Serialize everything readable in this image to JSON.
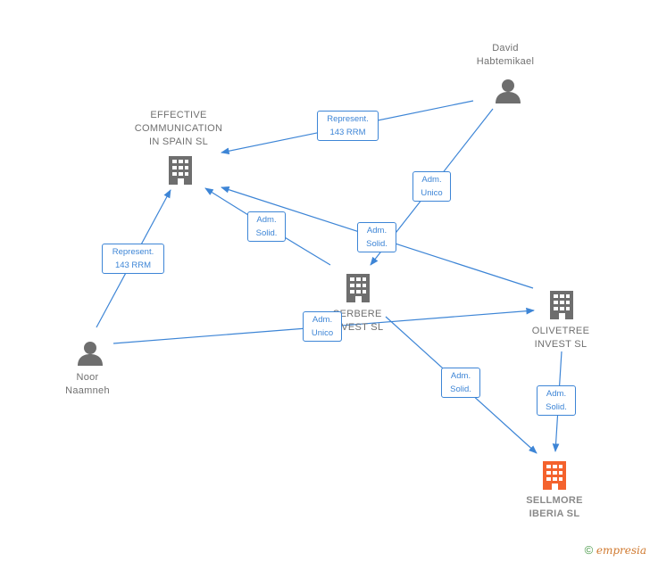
{
  "nodes": {
    "effective": {
      "name_lines": [
        "EFFECTIVE",
        "COMMUNICATION",
        "IN SPAIN  SL"
      ],
      "kind": "company",
      "icon": "building-icon",
      "color": "#6e6e6e"
    },
    "david": {
      "name_lines": [
        "David",
        "Habtemikael"
      ],
      "kind": "person",
      "icon": "person-icon",
      "color": "#6e6e6e"
    },
    "cerbere": {
      "name_lines": [
        "CERBERE",
        "INVEST  SL"
      ],
      "kind": "company",
      "icon": "building-icon",
      "color": "#6e6e6e"
    },
    "olivetree": {
      "name_lines": [
        "OLIVETREE",
        "INVEST  SL"
      ],
      "kind": "company",
      "icon": "building-icon",
      "color": "#6e6e6e"
    },
    "noor": {
      "name_lines": [
        "Noor",
        "Naamneh"
      ],
      "kind": "person",
      "icon": "person-icon",
      "color": "#6e6e6e"
    },
    "sellmore": {
      "name_lines": [
        "SELLMORE",
        "IBERIA  SL"
      ],
      "kind": "company",
      "icon": "building-icon",
      "color": "#f4622d"
    }
  },
  "edges": {
    "david_effective": {
      "lines": [
        "Represent.",
        "143 RRM"
      ]
    },
    "david_cerbere": {
      "lines": [
        "Adm.",
        "Unico"
      ]
    },
    "cerbere_effective": {
      "lines": [
        "Adm.",
        "Solid."
      ]
    },
    "olivetree_effective": {
      "lines": [
        "Adm.",
        "Solid."
      ]
    },
    "noor_effective": {
      "lines": [
        "Represent.",
        "143 RRM"
      ]
    },
    "noor_olivetree": {
      "lines": [
        "Adm.",
        "Unico"
      ]
    },
    "cerbere_sellmore": {
      "lines": [
        "Adm.",
        "Solid."
      ]
    },
    "olivetree_sellmore": {
      "lines": [
        "Adm.",
        "Solid."
      ]
    }
  },
  "colors": {
    "edge": "#3d85d6",
    "node": "#6e6e6e",
    "target": "#f4622d"
  },
  "footer": {
    "copyright": "©",
    "brand": "mpresia",
    "brand_initial": "e"
  }
}
